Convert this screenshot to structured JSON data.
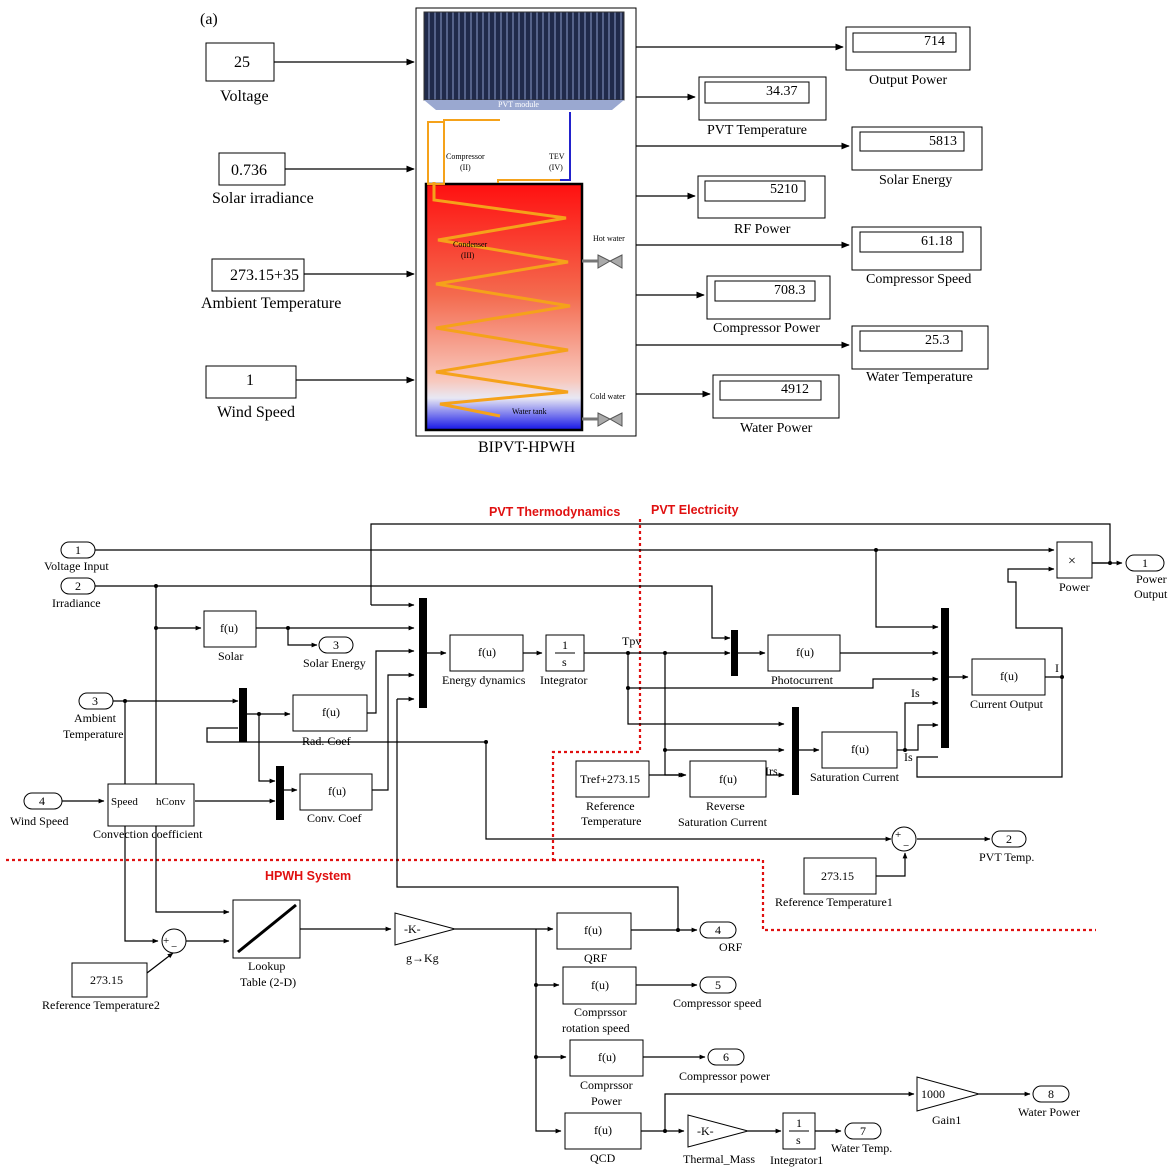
{
  "top": {
    "label": "(a)",
    "system_label": "BIPVT-HPWH",
    "inputs": [
      {
        "value": "25",
        "label": "Voltage"
      },
      {
        "value": "0.736",
        "label": "Solar irradiance"
      },
      {
        "value": "273.15+35",
        "label": "Ambient Temperature"
      },
      {
        "value": "1",
        "label": "Wind Speed"
      }
    ],
    "outputs": [
      {
        "value": "714",
        "label": "Output Power"
      },
      {
        "value": "34.37",
        "label": "PVT Temperature"
      },
      {
        "value": "5813",
        "label": "Solar Energy"
      },
      {
        "value": "5210",
        "label": "RF Power"
      },
      {
        "value": "61.18",
        "label": "Compressor Speed"
      },
      {
        "value": "708.3",
        "label": "Compressor Power"
      },
      {
        "value": "25.3",
        "label": "Water Temperature"
      },
      {
        "value": "4912",
        "label": "Water Power"
      }
    ],
    "picture": {
      "pvt_module": "PVT module",
      "compressor": "Compressor",
      "compressor_num": "(II)",
      "tev": "TEV",
      "tev_num": "(IV)",
      "condenser": "Condenser",
      "condenser_num": "(III)",
      "hot_water": "Hot water",
      "cold_water": "Cold water",
      "water_tank": "Water tank"
    }
  },
  "bottom": {
    "region_labels": {
      "pvt_thermo": "PVT Thermodynamics",
      "pvt_elec": "PVT Electricity",
      "hpwh": "HPWH System"
    },
    "inports": [
      {
        "num": "1",
        "label": "Voltage Input"
      },
      {
        "num": "2",
        "label": "Irradiance"
      },
      {
        "num": "3",
        "label": "Ambient",
        "label2": "Temperature"
      },
      {
        "num": "4",
        "label": "Wind Speed"
      }
    ],
    "outports": {
      "solar_energy": {
        "num": "3",
        "label": "Solar Energy"
      },
      "power_output": {
        "num": "1",
        "label": "Power",
        "label2": "Output"
      },
      "pvt_temp": {
        "num": "2",
        "label": "PVT Temp."
      },
      "orf": {
        "num": "4",
        "label": "ORF"
      },
      "compressor_speed": {
        "num": "5",
        "label": "Compressor speed"
      },
      "compressor_power": {
        "num": "6",
        "label": "Compressor power"
      },
      "water_temp": {
        "num": "7",
        "label": "Water Temp."
      },
      "water_power": {
        "num": "8",
        "label": "Water Power"
      }
    },
    "fcn": "f(u)",
    "integ_num": "1",
    "integ_den": "s",
    "gain_k": "-K-",
    "gain_1000": "1000",
    "mult_symbol": "×",
    "speed": "Speed",
    "hconv": "hConv",
    "plus": "+",
    "minus": "−",
    "signals": {
      "tpv": "Tpv",
      "is1": "Is",
      "is2": "Is",
      "irs": "Irs",
      "i": "I"
    },
    "blocks": {
      "solar": "Solar",
      "energy_dyn": "Energy dynamics",
      "integrator": "Integrator",
      "rad_coef": "Rad. Coef",
      "conv_coef": "Conv. Coef",
      "conv_coefficient": "Convection coefficient",
      "photocurrent": "Photocurrent",
      "current_output": "Current Output",
      "saturation_current": "Saturation Current",
      "power": "Power",
      "ref_temp_const": "Tref+273.15",
      "ref_temp_label1": "Reference",
      "ref_temp_label2": "Temperature",
      "rev_sat_label1": "Reverse",
      "rev_sat_label2": "Saturation Current",
      "const_27315": "273.15",
      "ref_temp1": "Reference Temperature1",
      "ref_temp2": "Reference Temperature2",
      "lookup1": "Lookup",
      "lookup2": "Table (2-D)",
      "g_kg": "g→Kg",
      "qrf": "QRF",
      "comp_rot1": "Comprssor",
      "comp_rot2": "rotation speed",
      "comp_pow1": "Comprssor",
      "comp_pow2": "Power",
      "qcd": "QCD",
      "thermal_mass": "Thermal_Mass",
      "integrator1": "Integrator1",
      "gain1": "Gain1"
    }
  }
}
